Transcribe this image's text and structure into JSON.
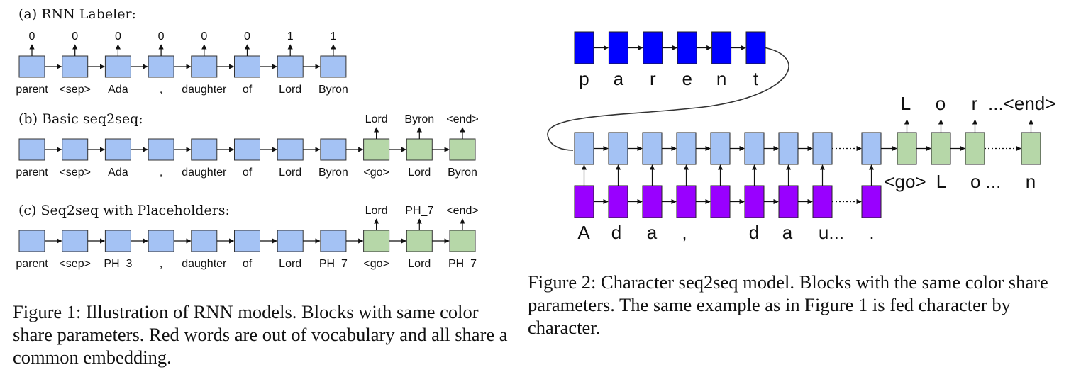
{
  "figure1": {
    "panels": [
      {
        "title": "(a) RNN Labeler:",
        "inputs": [
          "parent",
          "<sep>",
          "Ada",
          ",",
          "daughter",
          "of",
          "Lord",
          "Byron"
        ],
        "input_oov": [
          false,
          false,
          true,
          false,
          false,
          false,
          false,
          true
        ],
        "outputs": [
          "0",
          "0",
          "0",
          "0",
          "0",
          "0",
          "1",
          "1"
        ],
        "output_oov": [
          false,
          false,
          false,
          false,
          false,
          false,
          false,
          false
        ],
        "decoder_inputs": [],
        "decoder_inputs_oov": []
      },
      {
        "title": "(b) Basic seq2seq:",
        "inputs": [
          "parent",
          "<sep>",
          "Ada",
          ",",
          "daughter",
          "of",
          "Lord",
          "Byron"
        ],
        "input_oov": [
          false,
          false,
          true,
          false,
          false,
          false,
          false,
          true
        ],
        "outputs": [
          "Lord",
          "Byron",
          "<end>"
        ],
        "output_oov": [
          false,
          true,
          false
        ],
        "decoder_inputs": [
          "<go>",
          "Lord",
          "Byron"
        ],
        "decoder_inputs_oov": [
          false,
          false,
          true
        ]
      },
      {
        "title": "(c) Seq2seq with Placeholders:",
        "inputs": [
          "parent",
          "<sep>",
          "PH_3",
          ",",
          "daughter",
          "of",
          "Lord",
          "PH_7"
        ],
        "input_oov": [
          false,
          false,
          false,
          false,
          false,
          false,
          false,
          false
        ],
        "outputs": [
          "Lord",
          "PH_7",
          "<end>"
        ],
        "output_oov": [
          false,
          false,
          false
        ],
        "decoder_inputs": [
          "<go>",
          "Lord",
          "PH_7"
        ],
        "decoder_inputs_oov": [
          false,
          false,
          false
        ]
      }
    ],
    "caption": "Figure 1: Illustration of RNN models. Blocks with same color share parameters. Red words are out of vocabulary and all share a common embedding."
  },
  "figure2": {
    "top_chars": [
      "p",
      "a",
      "r",
      "e",
      "n",
      "t"
    ],
    "bottom_chars": [
      "A",
      "d",
      "a",
      ",",
      "",
      "d",
      "a",
      "u...",
      "."
    ],
    "decoder_inputs": [
      "<go>",
      "L",
      "o ...",
      "n"
    ],
    "outputs": [
      "L",
      "o",
      "r",
      "...<end>"
    ],
    "caption": "Figure 2: Character seq2seq model. Blocks with the same color share parameters. The same example as in Figure 1 is fed character by character."
  },
  "colors": {
    "encoder_block": "#a4c2f4",
    "decoder_block": "#b6d7a8",
    "char_top_block": "#0000ff",
    "char_bottom_block": "#9900ff",
    "oov_text": "#e00000",
    "stroke": "#333333"
  }
}
